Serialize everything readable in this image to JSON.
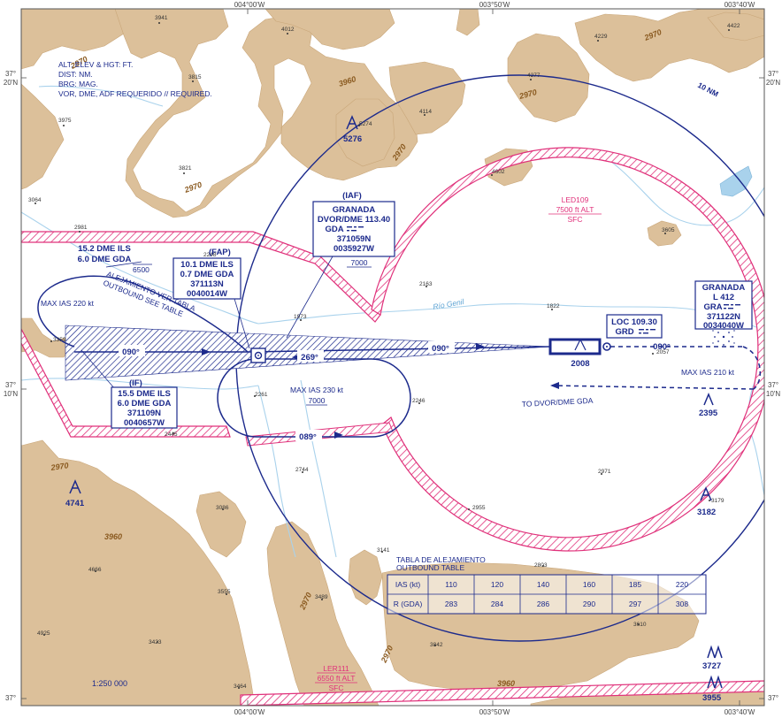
{
  "notes": [
    "ALT, ELEV & HGT: FT.",
    "DIST: NM.",
    "BRG: MAG.",
    "VOR, DME, ADF REQUERIDO // REQUIRED."
  ],
  "scale": "1:250 000",
  "grid": {
    "top_lon": [
      "004°00'W",
      "003°50'W",
      "003°40'W"
    ],
    "bottom_lon": [
      "004°00'W",
      "003°50'W",
      "003°40'W"
    ],
    "left_lat": [
      [
        "37°",
        "20'N"
      ],
      [
        "37°",
        "10'N"
      ],
      [
        "37°"
      ]
    ],
    "right_lat": [
      [
        "37°",
        "20'N"
      ],
      [
        "37°",
        "10'N"
      ],
      [
        "37°"
      ]
    ]
  },
  "range_ring": "10 NM",
  "river": "Río Genil",
  "iaf": {
    "tag": "(IAF)",
    "name": "GRANADA",
    "ident": "DVOR/DME 113.40",
    "code": "GDA",
    "lat": "371059N",
    "lon": "0035927W",
    "alt": "7000"
  },
  "fap": {
    "tag": "(FAP)",
    "l1": "10.1 DME ILS",
    "l2": "0.7 DME GDA",
    "lat": "371113N",
    "lon": "0040014W",
    "alt": "2248"
  },
  "fix_15_2": {
    "l1": "15.2 DME ILS",
    "l2": "6.0 DME GDA",
    "alt": "6500"
  },
  "if": {
    "tag": "(IF)",
    "l1": "15.5 DME ILS",
    "l2": "6.0 DME GDA",
    "lat": "371109N",
    "lon": "0040657W"
  },
  "ndb": {
    "name": "GRANADA",
    "ident": "L 412",
    "code": "GRA",
    "lat": "371122N",
    "lon": "0034040W"
  },
  "loc": {
    "freq": "LOC 109.30",
    "code": "GRD",
    "elev": "2008"
  },
  "tracks": {
    "inbound": "090°",
    "outbound": "269°",
    "east": "090°",
    "hold": "089°",
    "west_track": "090°"
  },
  "holding": {
    "label": "MAX IAS 230 kt",
    "alt": "7000"
  },
  "max_ias_220": "MAX IAS 220 kt",
  "max_ias_210": "MAX IAS 210 kt",
  "to_dvor": "TO DVOR/DME GDA",
  "alejamiento": [
    "ALEJAMIENTO VER TABLA",
    "OUTBOUND SEE TABLE"
  ],
  "areas": {
    "led109": {
      "name": "LED109",
      "upper": "7500 ft ALT",
      "lower": "SFC"
    },
    "ler111": {
      "name": "LER111",
      "upper": "6550 ft ALT",
      "lower": "SFC"
    }
  },
  "obstacles": {
    "o1": "5276",
    "o2": "4741",
    "o3": "3182",
    "o4": "3727",
    "o5": "3955",
    "o6": "2395"
  },
  "spot_elevations": [
    "3941",
    "4012",
    "4229",
    "4422",
    "3815",
    "4277",
    "3975",
    "4114",
    "5274",
    "3821",
    "3064",
    "4602",
    "2981",
    "3605",
    "2163",
    "1822",
    "1973",
    "3359",
    "2057",
    "2261",
    "2246",
    "2445",
    "2744",
    "2971",
    "3086",
    "2955",
    "3179",
    "4666",
    "3141",
    "2803",
    "3555",
    "3489",
    "3610",
    "4925",
    "3423",
    "3842",
    "3464"
  ],
  "contour_labels": [
    "2970",
    "3960"
  ],
  "table": {
    "title": "TABLA DE ALEJAMIENTO",
    "subtitle": "OUTBOUND TABLE",
    "row1_label": "IAS (kt)",
    "row2_label": "R (GDA)",
    "ias": [
      "110",
      "120",
      "140",
      "160",
      "185",
      "220"
    ],
    "r": [
      "283",
      "284",
      "286",
      "290",
      "297",
      "308"
    ]
  },
  "colors": {
    "terrain": "#dcc09a",
    "navy": "#1c2a8c",
    "magenta": "#e0307a",
    "water": "#a9d2ec"
  }
}
